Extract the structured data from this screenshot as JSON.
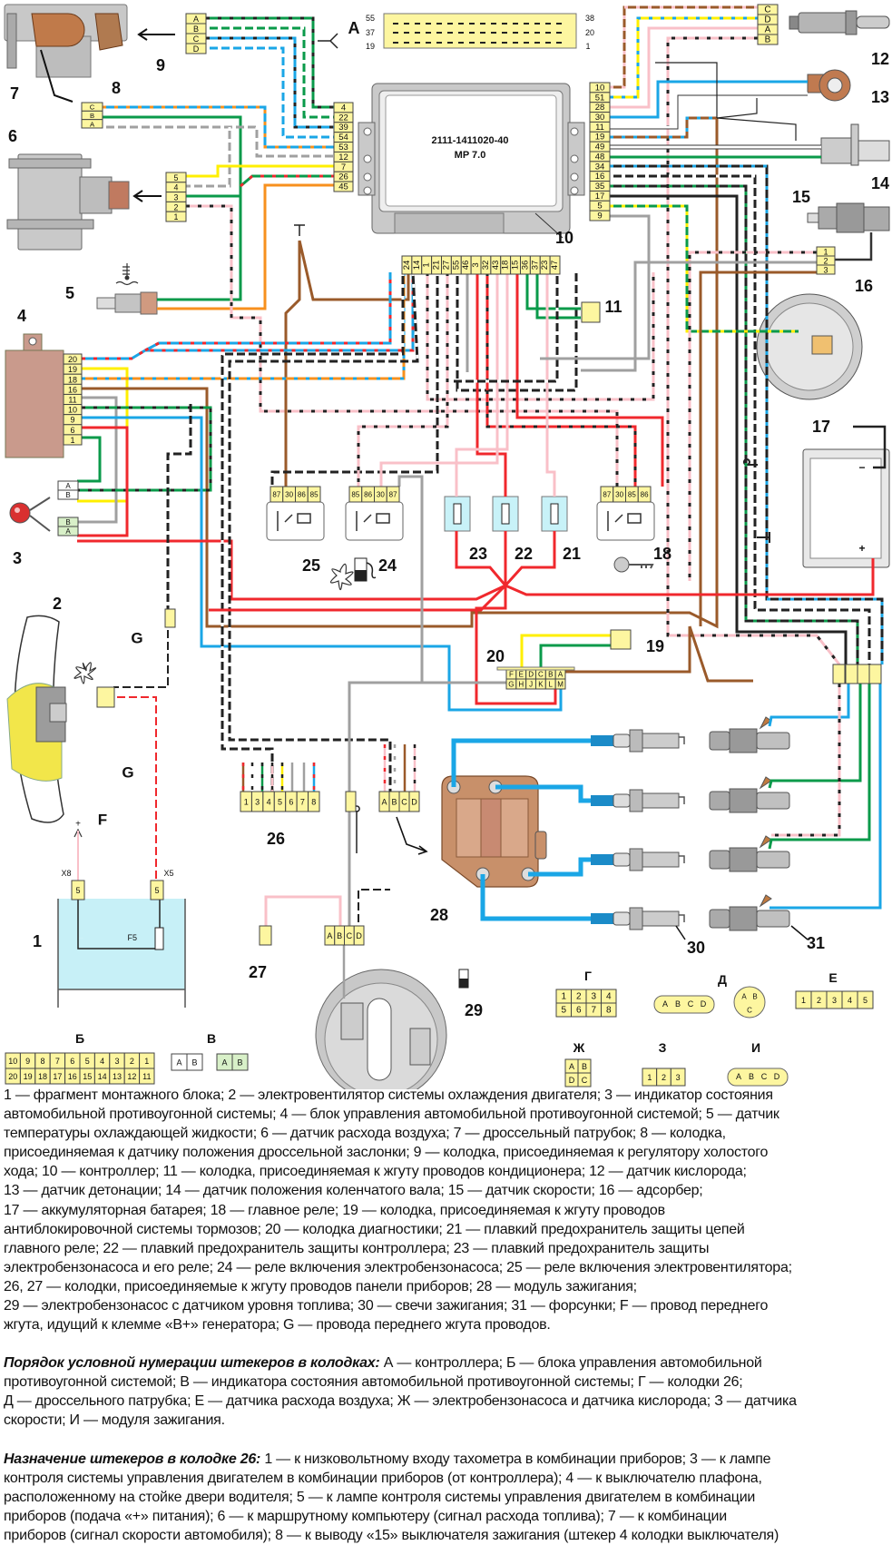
{
  "diagram": {
    "connector_A": {
      "label": "A",
      "pins": [
        "55",
        "38",
        "37",
        "20",
        "19",
        "1"
      ]
    },
    "ecu": {
      "part_number": "2111-1411020-40",
      "model": "MP 7.0"
    },
    "ecu_left_pins": [
      "4",
      "22",
      "39",
      "54",
      "53",
      "12",
      "7",
      "26",
      "45"
    ],
    "ecu_right_pins": [
      "10",
      "51",
      "28",
      "30",
      "11",
      "19",
      "49",
      "48",
      "34",
      "16",
      "35",
      "17",
      "5",
      "9"
    ],
    "ecu_bottom_pins": [
      "24",
      "14",
      "1",
      "21",
      "27",
      "55",
      "46",
      "3",
      "32",
      "43",
      "18",
      "15",
      "36",
      "37",
      "23",
      "47"
    ],
    "conn9": [
      "A",
      "B",
      "C",
      "D"
    ],
    "conn8": [
      "C",
      "B",
      "A"
    ],
    "conn_maf": [
      "5",
      "4",
      "3",
      "2",
      "1"
    ],
    "block4_pins": [
      "20",
      "19",
      "18",
      "16",
      "11",
      "10",
      "9",
      "6",
      "1"
    ],
    "ind3_conn1": [
      "A",
      "B"
    ],
    "ind3_conn2": [
      "B",
      "A"
    ],
    "conn12": [
      "C",
      "D",
      "A",
      "B"
    ],
    "conn15": [
      "1",
      "2",
      "3"
    ],
    "relay25": [
      "87",
      "30",
      "86",
      "85"
    ],
    "relay24": [
      "85",
      "86",
      "30",
      "87"
    ],
    "relay18": [
      "87",
      "30",
      "85",
      "86"
    ],
    "diag20_top": [
      "F",
      "E",
      "D",
      "C",
      "B",
      "A"
    ],
    "diag20_bottom": [
      "G",
      "H",
      "J",
      "K",
      "L",
      "M"
    ],
    "conn26": [
      "1",
      "3",
      "4",
      "5",
      "6",
      "7",
      "8"
    ],
    "conn_abcd": [
      "A",
      "B",
      "C",
      "D"
    ],
    "fuel_conn": [
      "A",
      "B",
      "C",
      "D"
    ],
    "fuse_block": {
      "x8": "X8",
      "x5": "X5",
      "pin": "5",
      "fuse": "F5",
      "plus": "+"
    },
    "callouts": {
      "n1": "1",
      "n2": "2",
      "n3": "3",
      "n4": "4",
      "n5": "5",
      "n6": "6",
      "n7": "7",
      "n8": "8",
      "n9": "9",
      "n10": "10",
      "n11": "11",
      "n12": "12",
      "n13": "13",
      "n14": "14",
      "n15": "15",
      "n16": "16",
      "n17": "17",
      "n18": "18",
      "n19": "19",
      "n20": "20",
      "n21": "21",
      "n22": "22",
      "n23": "23",
      "n24": "24",
      "n25": "25",
      "n26": "26",
      "n27": "27",
      "n28": "28",
      "n29": "29",
      "n30": "30",
      "n31": "31",
      "F": "F",
      "G1": "G",
      "G2": "G"
    },
    "battery": {
      "minus": "−",
      "plus": "+"
    },
    "wire_colors": {
      "green": "#0a9a4a",
      "blue": "#1aa6e6",
      "red": "#f0282d",
      "brown": "#9a5a2a",
      "yellow": "#ffef00",
      "pink": "#f9c0c8",
      "gray": "#a0a0a0",
      "orange": "#f7901e",
      "black": "#222222",
      "connector": "#fdf6a0"
    }
  },
  "pin_legend": {
    "B_label": "Б",
    "B_top": [
      "10",
      "9",
      "8",
      "7",
      "6",
      "5",
      "4",
      "3",
      "2",
      "1"
    ],
    "B_bottom": [
      "20",
      "19",
      "18",
      "17",
      "16",
      "15",
      "14",
      "13",
      "12",
      "11"
    ],
    "V_label": "В",
    "V_pins": [
      "A",
      "B"
    ],
    "G_label": "Г",
    "G_top": [
      "1",
      "2",
      "3",
      "4"
    ],
    "G_bottom": [
      "5",
      "6",
      "7",
      "8"
    ],
    "D_label": "Д",
    "D_pins": [
      "A",
      "B",
      "C",
      "D"
    ],
    "D_round_pins": [
      "A",
      "B",
      "C"
    ],
    "E_label": "Е",
    "E_pins": [
      "1",
      "2",
      "3",
      "4",
      "5"
    ],
    "Zh_label": "Ж",
    "Zh_pins": [
      "A",
      "B",
      "D",
      "C"
    ],
    "Z_label": "З",
    "Z_pins": [
      "1",
      "2",
      "3"
    ],
    "I_label": "И",
    "I_pins": [
      "A",
      "B",
      "C",
      "D"
    ]
  },
  "caption": {
    "legend_lines": [
      "1 — фрагмент монтажного блока; 2 — электровентилятор системы охлаждения двигателя; 3 — индикатор состояния",
      "автомобильной противоугонной системы; 4 — блок управления автомобильной противоугонной системой; 5 — датчик",
      "температуры охлаждающей жидкости; 6 — датчик расхода воздуха; 7 — дроссельный патрубок; 8 — колодка,",
      "присоединяемая к датчику положения дроссельной заслонки; 9 — колодка, присоединяемая к регулятору холостого",
      "хода; 10 — контроллер; 11 — колодка, присоединяемая к жгуту проводов кондиционера; 12 — датчик кислорода;",
      "13 — датчик детонации; 14 — датчик положения коленчатого вала; 15 — датчик скорости; 16 — адсорбер;",
      "17 — аккумуляторная батарея; 18 — главное реле; 19 — колодка, присоединяемая к жгуту проводов",
      "антиблокировочной системы тормозов; 20 — колодка диагностики; 21 — плавкий предохранитель защиты цепей",
      "главного реле; 22 — плавкий предохранитель защиты контроллера; 23 — плавкий предохранитель защиты",
      "электробензонасоса и его реле; 24 — реле включения электробензонасоса; 25 — реле включения электровентилятора;",
      "26, 27 — колодки, присоединяемые к жгуту проводов панели приборов; 28 — модуль зажигания;",
      "29 — электробензонасос с датчиком уровня топлива; 30 — свечи зажигания; 31 — форсунки; F — провод переднего",
      "жгута, идущий к клемме «В+» генератора; G — провода переднего жгута проводов."
    ],
    "numbering": {
      "heading": "Порядок условной нумерации штекеров в колодках:",
      "lines": [
        "А — контроллера; Б — блока управления автомобильной",
        "противоугонной системой; В — индикатора состояния автомобильной противоугонной системы; Г — колодки 26;",
        "Д — дроссельного патрубка; Е — датчика расхода воздуха; Ж — электробензонасоса и датчика кислорода; З — датчика",
        "скорости; И — модуля зажигания."
      ]
    },
    "pins26": {
      "heading": "Назначение штекеров в колодке 26:",
      "lines": [
        "1 — к низковольтному входу тахометра в комбинации приборов; 3 — к лампе",
        "контроля системы управления двигателем в комбинации приборов (от контроллера); 4 — к выключателю плафона,",
        "расположенному на стойке двери водителя; 5 — к лампе контроля системы управления двигателем в комбинации",
        "приборов (подача «+» питания); 6 — к маршрутному компьютеру (сигнал расхода топлива); 7 — к комбинации",
        "приборов (сигнал скорости автомобиля); 8 — к выводу «15» выключателя зажигания (штекер 4 колодки выключателя)"
      ]
    }
  }
}
